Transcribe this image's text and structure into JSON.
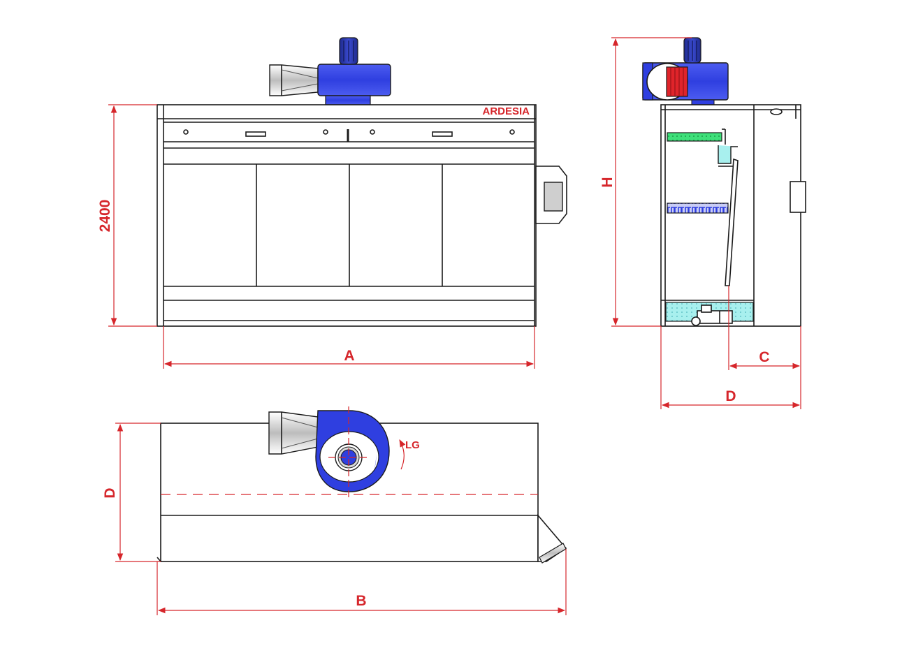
{
  "colors": {
    "dimension": "#d6262b",
    "fan_blue": "#2f3fe0",
    "fan_navy": "#1e2a8c",
    "filter_green": "#3ee07a",
    "water_cyan": "#a8f0ee",
    "motor_red": "#e0242a",
    "outline": "#1a1a1a",
    "duct_grey": "#c9c9c9"
  },
  "front_view": {
    "brand": "ARDESIA",
    "height_dimension": "2400",
    "width_dimension": "A"
  },
  "side_view": {
    "height_dimension": "H",
    "partial_depth_dimension": "C",
    "depth_dimension": "D"
  },
  "top_view": {
    "depth_dimension": "D",
    "width_dimension": "B",
    "rotation_label": "LG"
  }
}
